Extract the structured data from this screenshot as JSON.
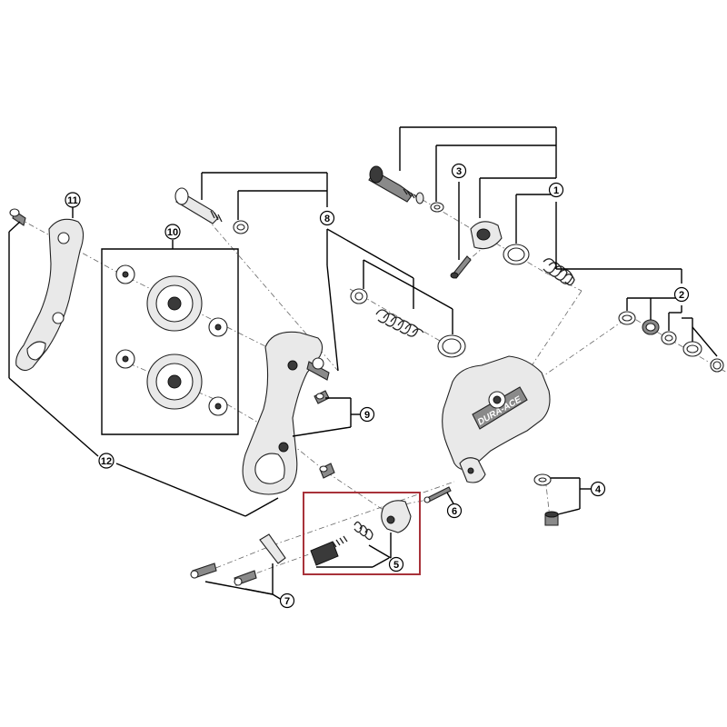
{
  "diagram": {
    "brand_text": "DURA-ACE",
    "highlight_color": "#a8323a",
    "callouts": [
      {
        "id": "c1",
        "label": "1"
      },
      {
        "id": "c2",
        "label": "2"
      },
      {
        "id": "c3",
        "label": "3"
      },
      {
        "id": "c4",
        "label": "4"
      },
      {
        "id": "c5",
        "label": "5"
      },
      {
        "id": "c6",
        "label": "6"
      },
      {
        "id": "c7",
        "label": "7"
      },
      {
        "id": "c8",
        "label": "8"
      },
      {
        "id": "c9",
        "label": "9"
      },
      {
        "id": "c10",
        "label": "10"
      },
      {
        "id": "c11",
        "label": "11"
      },
      {
        "id": "c12",
        "label": "12"
      }
    ]
  }
}
